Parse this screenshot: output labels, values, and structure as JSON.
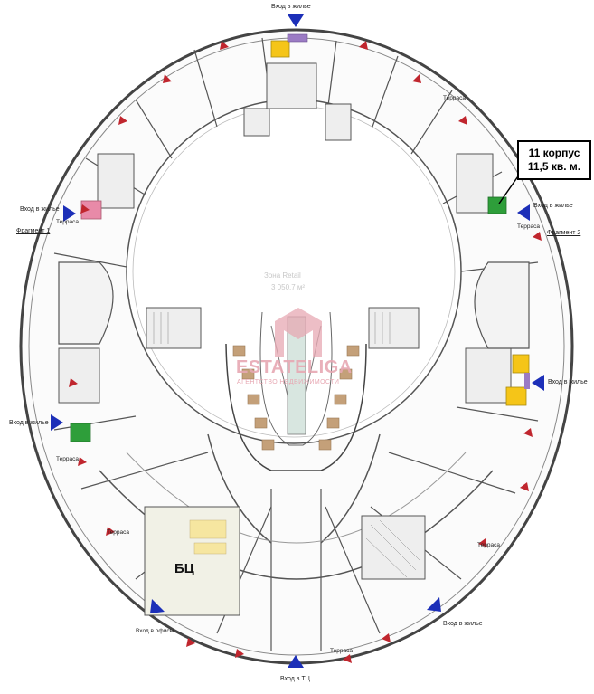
{
  "labels": {
    "entry_top": "Вход в жилье",
    "entry_left_upper": "Вход в жилье",
    "terrace_left_upper": "Терраса",
    "fragment_1": "Фрагмент 1",
    "entry_left_lower": "Вход в жилье",
    "terrace_left_lower": "Терраса",
    "terrace_right_upper": "Терраса",
    "entry_right_upper": "Вход в жилье",
    "terrace_right_mid": "Терраса",
    "fragment_2": "Фрагмент 2",
    "entry_right_lower": "Вход в жилье",
    "terrace_left_bottom": "Терраса",
    "terrace_right_bottom": "Терраса",
    "entry_offices": "Вход в офисы",
    "entry_right_bottom": "Вход в жилье",
    "terrace_bottom": "Терраса",
    "entry_mall": "Вход в ТЦ",
    "business_center": "БЦ"
  },
  "callout": {
    "line1": "11 корпус",
    "line2": "11,5 кв. м."
  },
  "watermark": {
    "brand": "ESTATELIGA",
    "subtitle": "АГЕНТСТВО НЕДВИЖИМОСТИ",
    "faint_line1": "Зона Retail",
    "faint_line2": "3 050,7 м²"
  },
  "colors": {
    "wall": "#3a3a3a",
    "apartment_yellow": "#f5c518",
    "apartment_green": "#2e9e3a",
    "apartment_pink": "#e88aa8",
    "entry_arrow": "#1c2fb8",
    "exit_marker": "#c0262e",
    "column_brown": "#c4a079",
    "watermark_pink": "#e7a8b3"
  }
}
